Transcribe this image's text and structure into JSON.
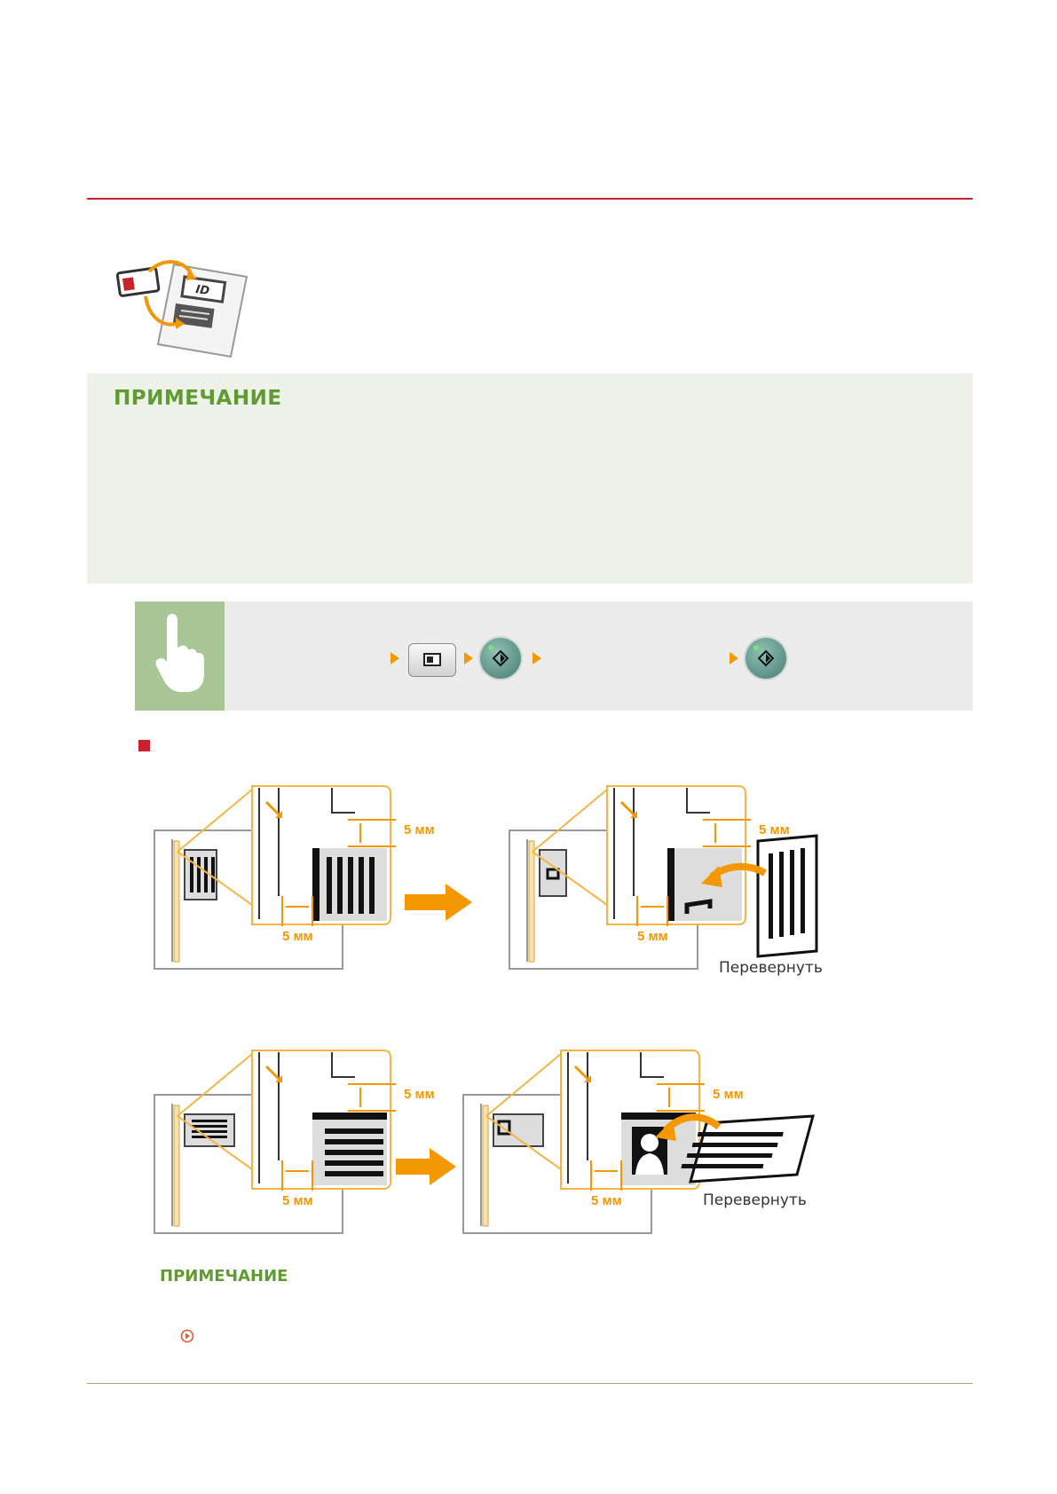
{
  "note": {
    "title": "ПРИМЕЧАНИЕ"
  },
  "figures": {
    "vertical": {
      "margin_top": "5 мм",
      "margin_left": "5 мм",
      "margin_top_2": "5 мм",
      "margin_left_2": "5 мм",
      "flip": "Перевернуть"
    },
    "horizontal": {
      "margin_top": "5 мм",
      "margin_left": "5 мм",
      "margin_top_2": "5 мм",
      "margin_left_2": "5 мм",
      "flip": "Перевернуть"
    }
  },
  "note2": {
    "title": "ПРИМЕЧАНИЕ"
  },
  "colors": {
    "accent_red": "#c8232c",
    "accent_green": "#5f9b31",
    "accent_orange": "#f39800",
    "note_bg": "#edf1e7"
  }
}
